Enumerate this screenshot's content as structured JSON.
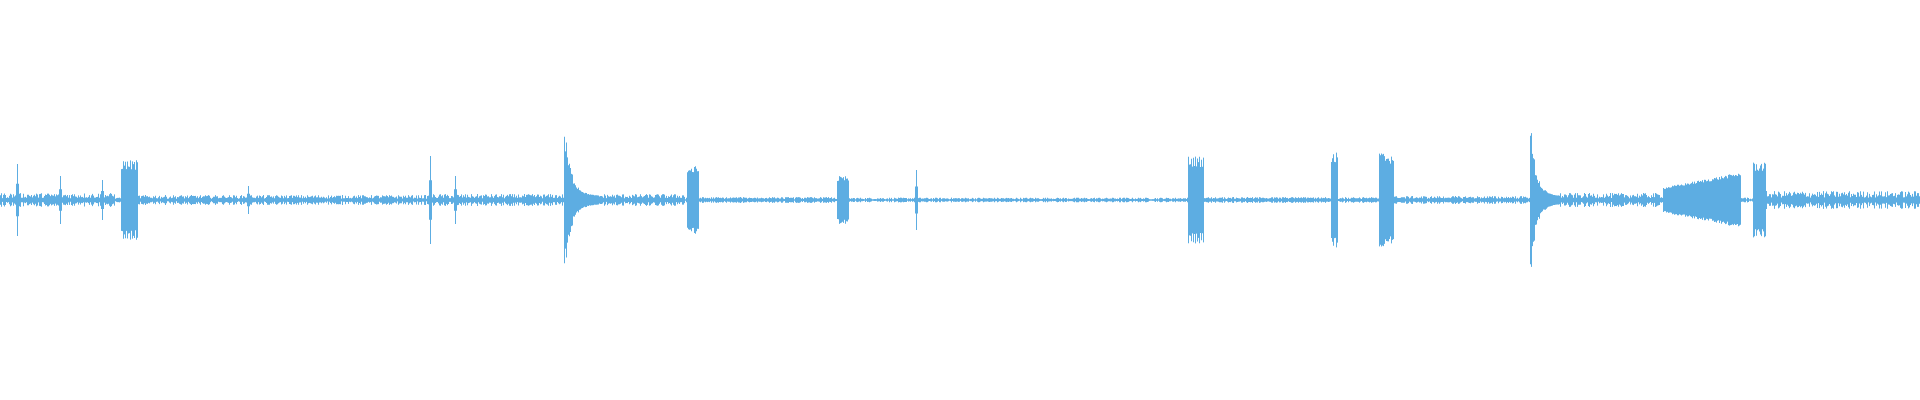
{
  "waveform": {
    "color": "#5dade2",
    "background": "#ffffff",
    "amplitude_scale": 1.0,
    "baseline_noise_level": 0.012,
    "segments": [
      {
        "kind": "noise",
        "start": 0.0,
        "end": 0.06,
        "level": 0.035
      },
      {
        "kind": "spike",
        "at": 0.009,
        "level": 0.18
      },
      {
        "kind": "spike",
        "at": 0.031,
        "level": 0.12
      },
      {
        "kind": "spike",
        "at": 0.053,
        "level": 0.1
      },
      {
        "kind": "burst",
        "start": 0.063,
        "end": 0.072,
        "level": 0.2
      },
      {
        "kind": "noise",
        "start": 0.072,
        "end": 0.225,
        "level": 0.025
      },
      {
        "kind": "spike",
        "at": 0.129,
        "level": 0.07
      },
      {
        "kind": "spike",
        "at": 0.224,
        "level": 0.22
      },
      {
        "kind": "spike",
        "at": 0.237,
        "level": 0.12
      },
      {
        "kind": "noise",
        "start": 0.225,
        "end": 0.295,
        "level": 0.03
      },
      {
        "kind": "decay",
        "start": 0.294,
        "end": 0.312,
        "level": 0.36
      },
      {
        "kind": "noise",
        "start": 0.312,
        "end": 0.357,
        "level": 0.03
      },
      {
        "kind": "burst",
        "start": 0.358,
        "end": 0.364,
        "level": 0.17
      },
      {
        "kind": "noise",
        "start": 0.364,
        "end": 0.435,
        "level": 0.015
      },
      {
        "kind": "burst",
        "start": 0.436,
        "end": 0.442,
        "level": 0.12
      },
      {
        "kind": "spike",
        "at": 0.477,
        "level": 0.15
      },
      {
        "kind": "noise",
        "start": 0.478,
        "end": 0.618,
        "level": 0.006
      },
      {
        "kind": "burst",
        "start": 0.619,
        "end": 0.627,
        "level": 0.22
      },
      {
        "kind": "noise",
        "start": 0.627,
        "end": 0.692,
        "level": 0.015
      },
      {
        "kind": "burst",
        "start": 0.693,
        "end": 0.697,
        "level": 0.24
      },
      {
        "kind": "noise",
        "start": 0.697,
        "end": 0.717,
        "level": 0.015
      },
      {
        "kind": "burst",
        "start": 0.718,
        "end": 0.726,
        "level": 0.24
      },
      {
        "kind": "noise",
        "start": 0.726,
        "end": 0.797,
        "level": 0.02
      },
      {
        "kind": "decay",
        "start": 0.797,
        "end": 0.812,
        "level": 0.38
      },
      {
        "kind": "noise",
        "start": 0.812,
        "end": 0.866,
        "level": 0.035
      },
      {
        "kind": "swell",
        "start": 0.866,
        "end": 0.907,
        "level": 0.14
      },
      {
        "kind": "burst",
        "start": 0.913,
        "end": 0.92,
        "level": 0.19
      },
      {
        "kind": "noise",
        "start": 0.92,
        "end": 1.0,
        "level": 0.045
      }
    ]
  }
}
